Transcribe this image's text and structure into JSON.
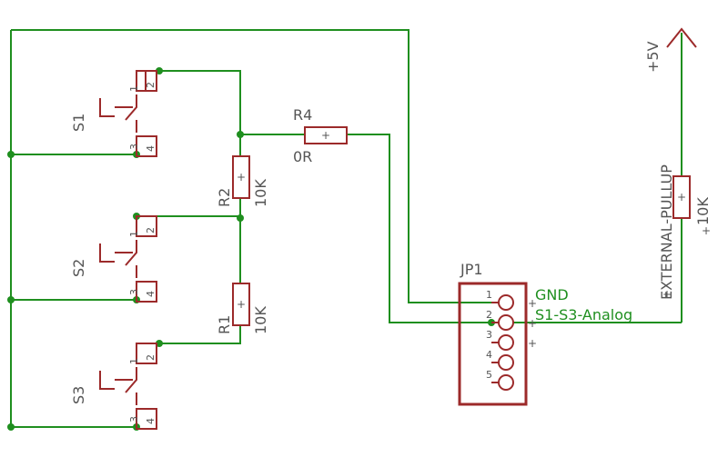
{
  "colors": {
    "background": "#ffffff",
    "wire": "#1f8f1f",
    "part": "#9c2a2a",
    "label": "#555555",
    "net_label": "#1f8f1f"
  },
  "switches": [
    {
      "name": "S1",
      "pins": [
        "1",
        "2",
        "3",
        "4"
      ]
    },
    {
      "name": "S2",
      "pins": [
        "1",
        "2",
        "3",
        "4"
      ]
    },
    {
      "name": "S3",
      "pins": [
        "1",
        "2",
        "3",
        "4"
      ]
    }
  ],
  "resistors": {
    "r2": {
      "name": "R2",
      "value": "10K"
    },
    "r1": {
      "name": "R1",
      "value": "10K"
    },
    "r4": {
      "name": "R4",
      "value": "0R"
    },
    "pullup": {
      "name": "EXTERNAL-PULLUP",
      "value": "10K"
    }
  },
  "connector": {
    "name": "JP1",
    "pins": [
      "1",
      "2",
      "3",
      "4",
      "5"
    ],
    "signals": [
      "GND",
      "S1-S3-Analog"
    ]
  },
  "supply": {
    "label": "+5V",
    "icon": "power-arrow-icon"
  },
  "plus_mark": "+"
}
